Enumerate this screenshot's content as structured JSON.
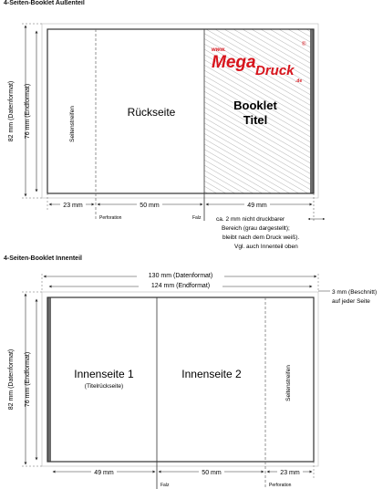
{
  "outer": {
    "title": "4-Seiten-Booklet Außenteil",
    "back_label": "Rückseite",
    "spine_label": "Seitenstreifen",
    "booklet_title_line1": "Booklet",
    "booklet_title_line2": "Titel",
    "logo_mega": "Mega",
    "logo_druck": "Druck",
    "logo_www": "www.",
    "logo_de": ".de",
    "logo_reg": "®",
    "dim_height_data": "82  mm (Datenformat)",
    "dim_height_end": "76  mm (Endformat)",
    "dim_bottom_left": "23 mm",
    "dim_bottom_mid": "50 mm",
    "dim_bottom_right": "49 mm",
    "label_perforation": "Perforation",
    "label_falz": "Falz",
    "note_line1": "ca. 2 mm nicht druckbarer",
    "note_line2": "Bereich (grau dargestellt);",
    "note_line3": "bleibt nach dem Druck weiß).",
    "note_line4": "Vgl. auch Innenteil oben"
  },
  "inner": {
    "title": "4-Seiten-Booklet Innenteil",
    "dim_top_data": "130 mm (Datenformat)",
    "dim_top_end": "124  mm (Endformat)",
    "bleed_line1": "3 mm (Beschnitt)",
    "bleed_line2": "auf jeder Seite",
    "page1_label": "Innenseite 1",
    "page1_sub": "(Titelrückseite)",
    "page2_label": "Innenseite 2",
    "spine_label": "Seitenstreifen",
    "dim_height_data": "82  mm (Datenformat)",
    "dim_height_end": "76  mm (Endformat)",
    "dim_bottom_left": "49 mm",
    "dim_bottom_mid": "50 mm",
    "dim_bottom_right": "23 mm",
    "label_falz": "Falz",
    "label_perforation": "Perforation"
  },
  "colors": {
    "logo_red": "#d8141c",
    "gray_band": "#6b6b6b",
    "hatch": "#b5b5b5",
    "line": "#333333"
  }
}
